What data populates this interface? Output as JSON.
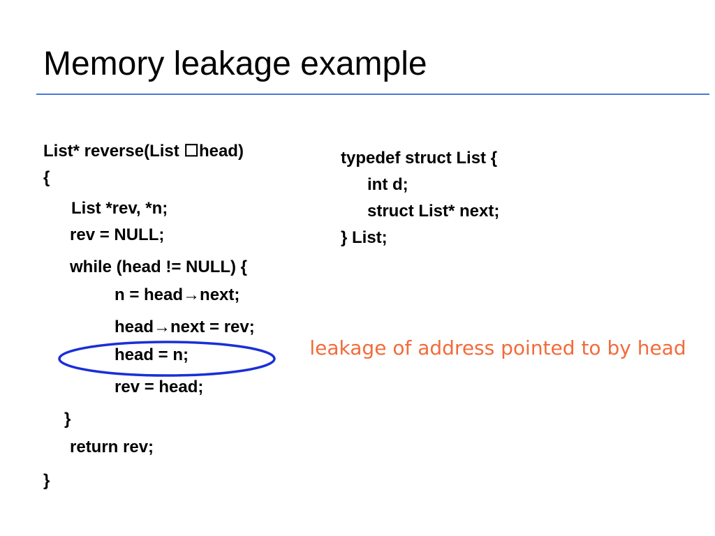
{
  "slide": {
    "title": "Memory leakage example"
  },
  "left_code": {
    "l1": "List* reverse(List ☐head)",
    "l2": "{",
    "l3": "List *rev, *n;",
    "l4": "rev = NULL;",
    "l5": "while (head != NULL) {",
    "l6_a": "n = head",
    "l6_arrow": "→",
    "l6_b": "next;",
    "l7_a": "head",
    "l7_arrow": "→",
    "l7_b": "next = rev;",
    "l8": "head = n;",
    "l9": "rev = head;",
    "l10": "}",
    "l11": "return rev;",
    "l12": "}"
  },
  "right_code": {
    "l1": "typedef struct List {",
    "l2": "int d;",
    "l3": "struct List* next;",
    "l4": "} List;"
  },
  "annotation": {
    "text": "leakage of address pointed to by head"
  },
  "colors": {
    "title_rule": "#4a78d8",
    "annotation_text": "#f26b3a",
    "highlight_ellipse": "#1a2fd6"
  }
}
